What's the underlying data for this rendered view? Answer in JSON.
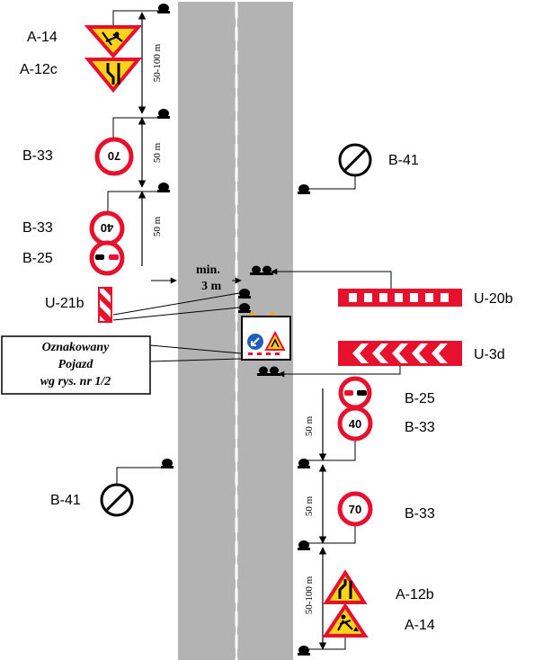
{
  "labels": {
    "a14_top": "A-14",
    "a12c": "A-12c",
    "b33_top": "B-33",
    "b33_mid": "B-33",
    "b25_top": "B-25",
    "b41_right": "B-41",
    "u21b": "U-21b",
    "u20b": "U-20b",
    "u3d": "U-3d",
    "b25_bottom": "B-25",
    "b33_bottom1": "B-33",
    "b41_left": "B-41",
    "b33_bottom2": "B-33",
    "a12b": "A-12b",
    "a14_bottom": "A-14"
  },
  "distances": {
    "top_50_100": "50-100 m",
    "top_50_a": "50 m",
    "top_50_b": "50 m",
    "bottom_50_a": "50 m",
    "bottom_50_b": "50 m",
    "bottom_50_100": "50-100 m"
  },
  "sign_numbers": {
    "speed_70_top": "70",
    "speed_40_top": "40",
    "speed_40_bottom": "40",
    "speed_70_bottom": "70"
  },
  "min_distance": {
    "line1": "min.",
    "line2": "3 m"
  },
  "vehicle_box": {
    "line1": "Oznakowany",
    "line2": "Pojazd",
    "line3": "wg rys. nr 1/2"
  },
  "colors": {
    "road": "#b3b3b3",
    "sign_red": "#e8112d",
    "sign_yellow": "#ffd21a",
    "sign_blue": "#1f5fbf",
    "vehicle_amber": "#f5a623"
  }
}
